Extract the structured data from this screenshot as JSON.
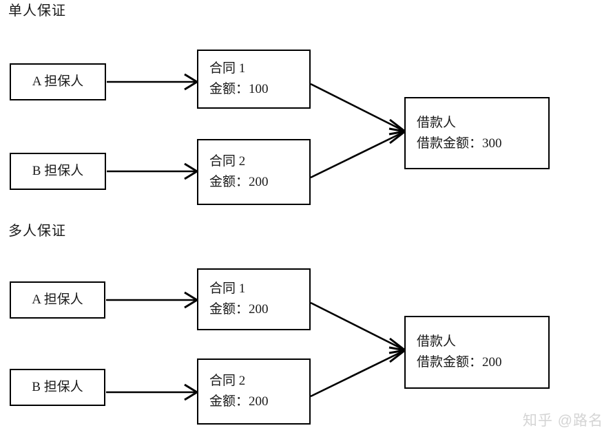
{
  "sections": [
    {
      "title": "单人保证",
      "nodes": {
        "guarantor_a": "A 担保人",
        "guarantor_b": "B 担保人",
        "contract1_name": "合同 1",
        "contract1_amount": "金额：100",
        "contract2_name": "合同 2",
        "contract2_amount": "金额：200",
        "borrower_name": "借款人",
        "borrower_amount": "借款金额：300"
      }
    },
    {
      "title": "多人保证",
      "nodes": {
        "guarantor_a": "A 担保人",
        "guarantor_b": "B 担保人",
        "contract1_name": "合同 1",
        "contract1_amount": "金额：200",
        "contract2_name": "合同 2",
        "contract2_amount": "金额：200",
        "borrower_name": "借款人",
        "borrower_amount": "借款金额：200"
      }
    }
  ],
  "watermark": "知乎 @路名",
  "colors": {
    "stroke": "#000000",
    "text": "#1a1a1a",
    "background": "#ffffff",
    "watermark": "#d4d4d4"
  }
}
